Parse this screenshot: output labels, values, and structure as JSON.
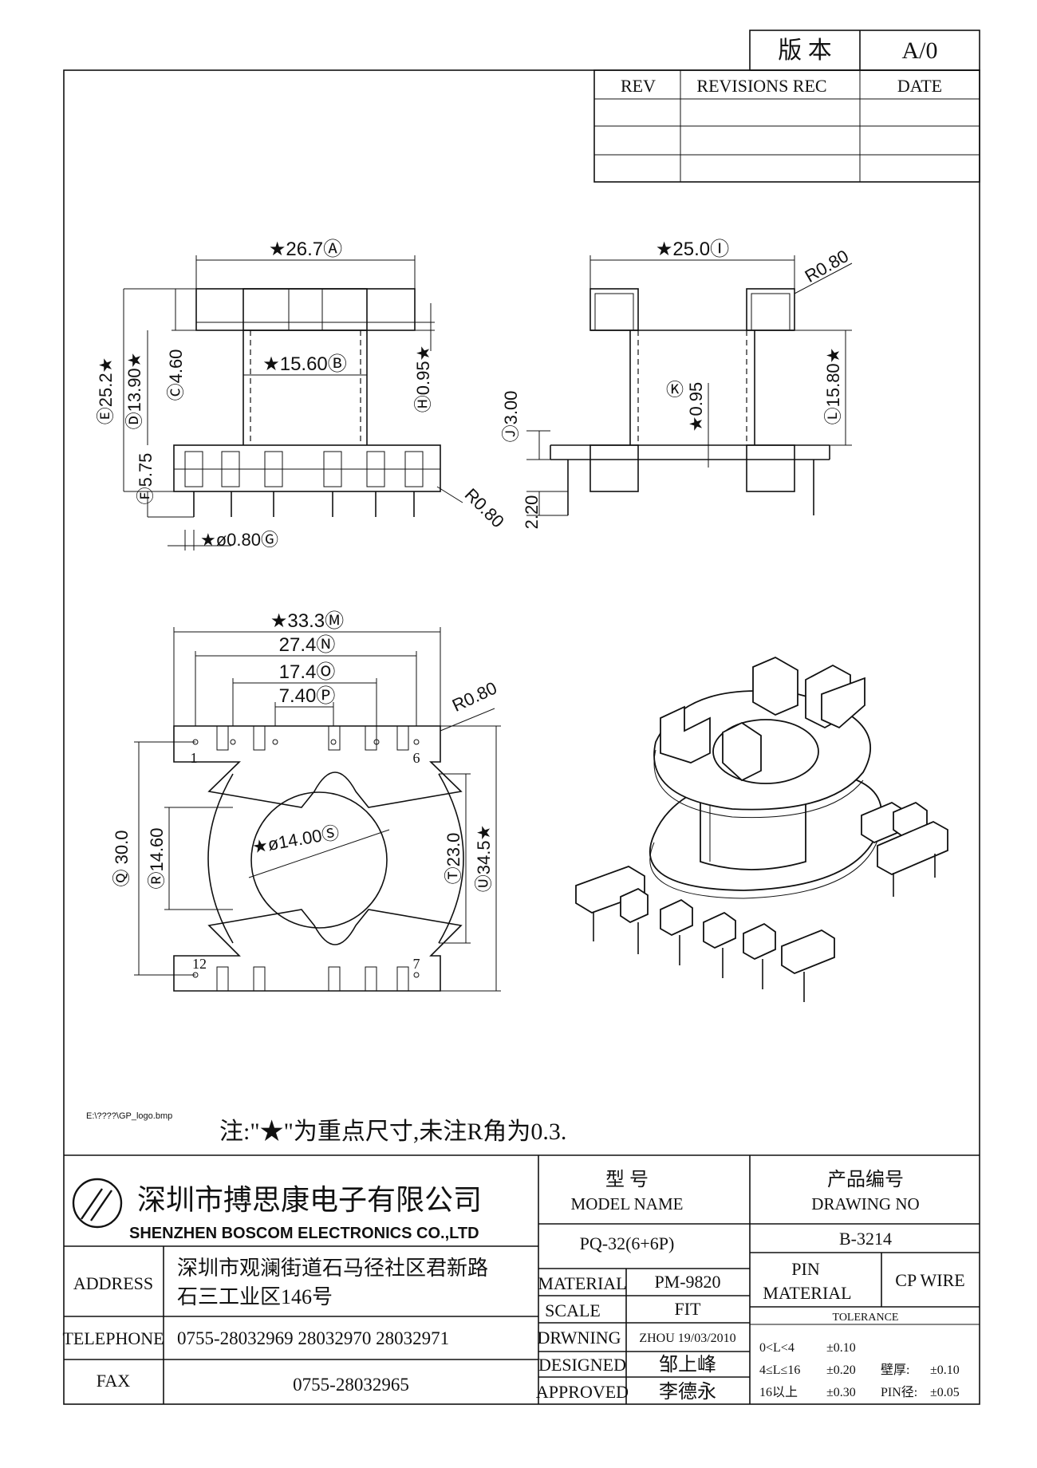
{
  "revision_box": {
    "version_label": "版 本",
    "version_value": "A/0",
    "col_rev": "REV",
    "col_revisions": "REVISIONS REC",
    "col_date": "DATE"
  },
  "dimensions": {
    "A": "★26.7Ⓐ",
    "B": "★15.60Ⓑ",
    "C": "Ⓒ4.60",
    "D": "Ⓓ13.90★",
    "E": "Ⓔ25.2★",
    "F": "Ⓕ5.75",
    "G": "★ø0.80Ⓖ",
    "H": "Ⓗ0.95★",
    "R1": "R0.80",
    "I": "★25.0Ⓘ",
    "R2": "R0.80",
    "J": "Ⓙ3.00",
    "K_letter": "Ⓚ",
    "K_value": "★0.95",
    "L": "Ⓛ15.80★",
    "pin_len": "2.20",
    "M": "★33.3Ⓜ",
    "N": "27.4Ⓝ",
    "O": "17.4Ⓞ",
    "P": "7.40Ⓟ",
    "R3": "R0.80",
    "Q": "Ⓠ 30.0",
    "R": "Ⓡ14.60",
    "S": "★ø14.00Ⓢ",
    "T": "Ⓣ23.0",
    "U": "Ⓤ34.5★",
    "pin1": "1",
    "pin6": "6",
    "pin7": "7",
    "pin12": "12"
  },
  "logo_path": "E:\\????\\GP_logo.bmp",
  "note": "注:\"★\"为重点尺寸,未注R角为0.3.",
  "company": {
    "name_cn": "深圳市搏思康电子有限公司",
    "name_en": "SHENZHEN BOSCOM ELECTRONICS CO.,LTD",
    "address_label": "ADDRESS",
    "address_line1": "深圳市观澜街道石马径社区君新路",
    "address_line2": "石三工业区146号",
    "telephone_label": "TELEPHONE",
    "telephone_value": "0755-28032969 28032970 28032971",
    "fax_label": "FAX",
    "fax_value": "0755-28032965"
  },
  "title_block": {
    "model_label_cn": "型 号",
    "model_label_en": "MODEL NAME",
    "model_value": "PQ-32(6+6P)",
    "drawing_label_cn": "产品编号",
    "drawing_label_en": "DRAWING NO",
    "drawing_value": "B-3214",
    "material_label": "MATERIAL",
    "material_value": "PM-9820",
    "pin_label_1": "PIN",
    "pin_label_2": "MATERIAL",
    "pin_value": "CP WIRE",
    "scale_label": "SCALE",
    "scale_value": "FIT",
    "drwning_label": "DRWNING",
    "drwning_value": "ZHOU 19/03/2010",
    "designed_label": "DESIGNED",
    "designed_value": "邹上峰",
    "approved_label": "APPROVED",
    "approved_value": "李德永",
    "tolerance_label": "TOLERANCE",
    "tol_1a": "0<L<4",
    "tol_1b": "±0.10",
    "tol_2a": "4≤L≤16",
    "tol_2b": "±0.20",
    "tol_2c": "壁厚:",
    "tol_2d": "±0.10",
    "tol_3a": "16以上",
    "tol_3b": "±0.30",
    "tol_3c": "PIN径:",
    "tol_3d": "±0.05"
  }
}
